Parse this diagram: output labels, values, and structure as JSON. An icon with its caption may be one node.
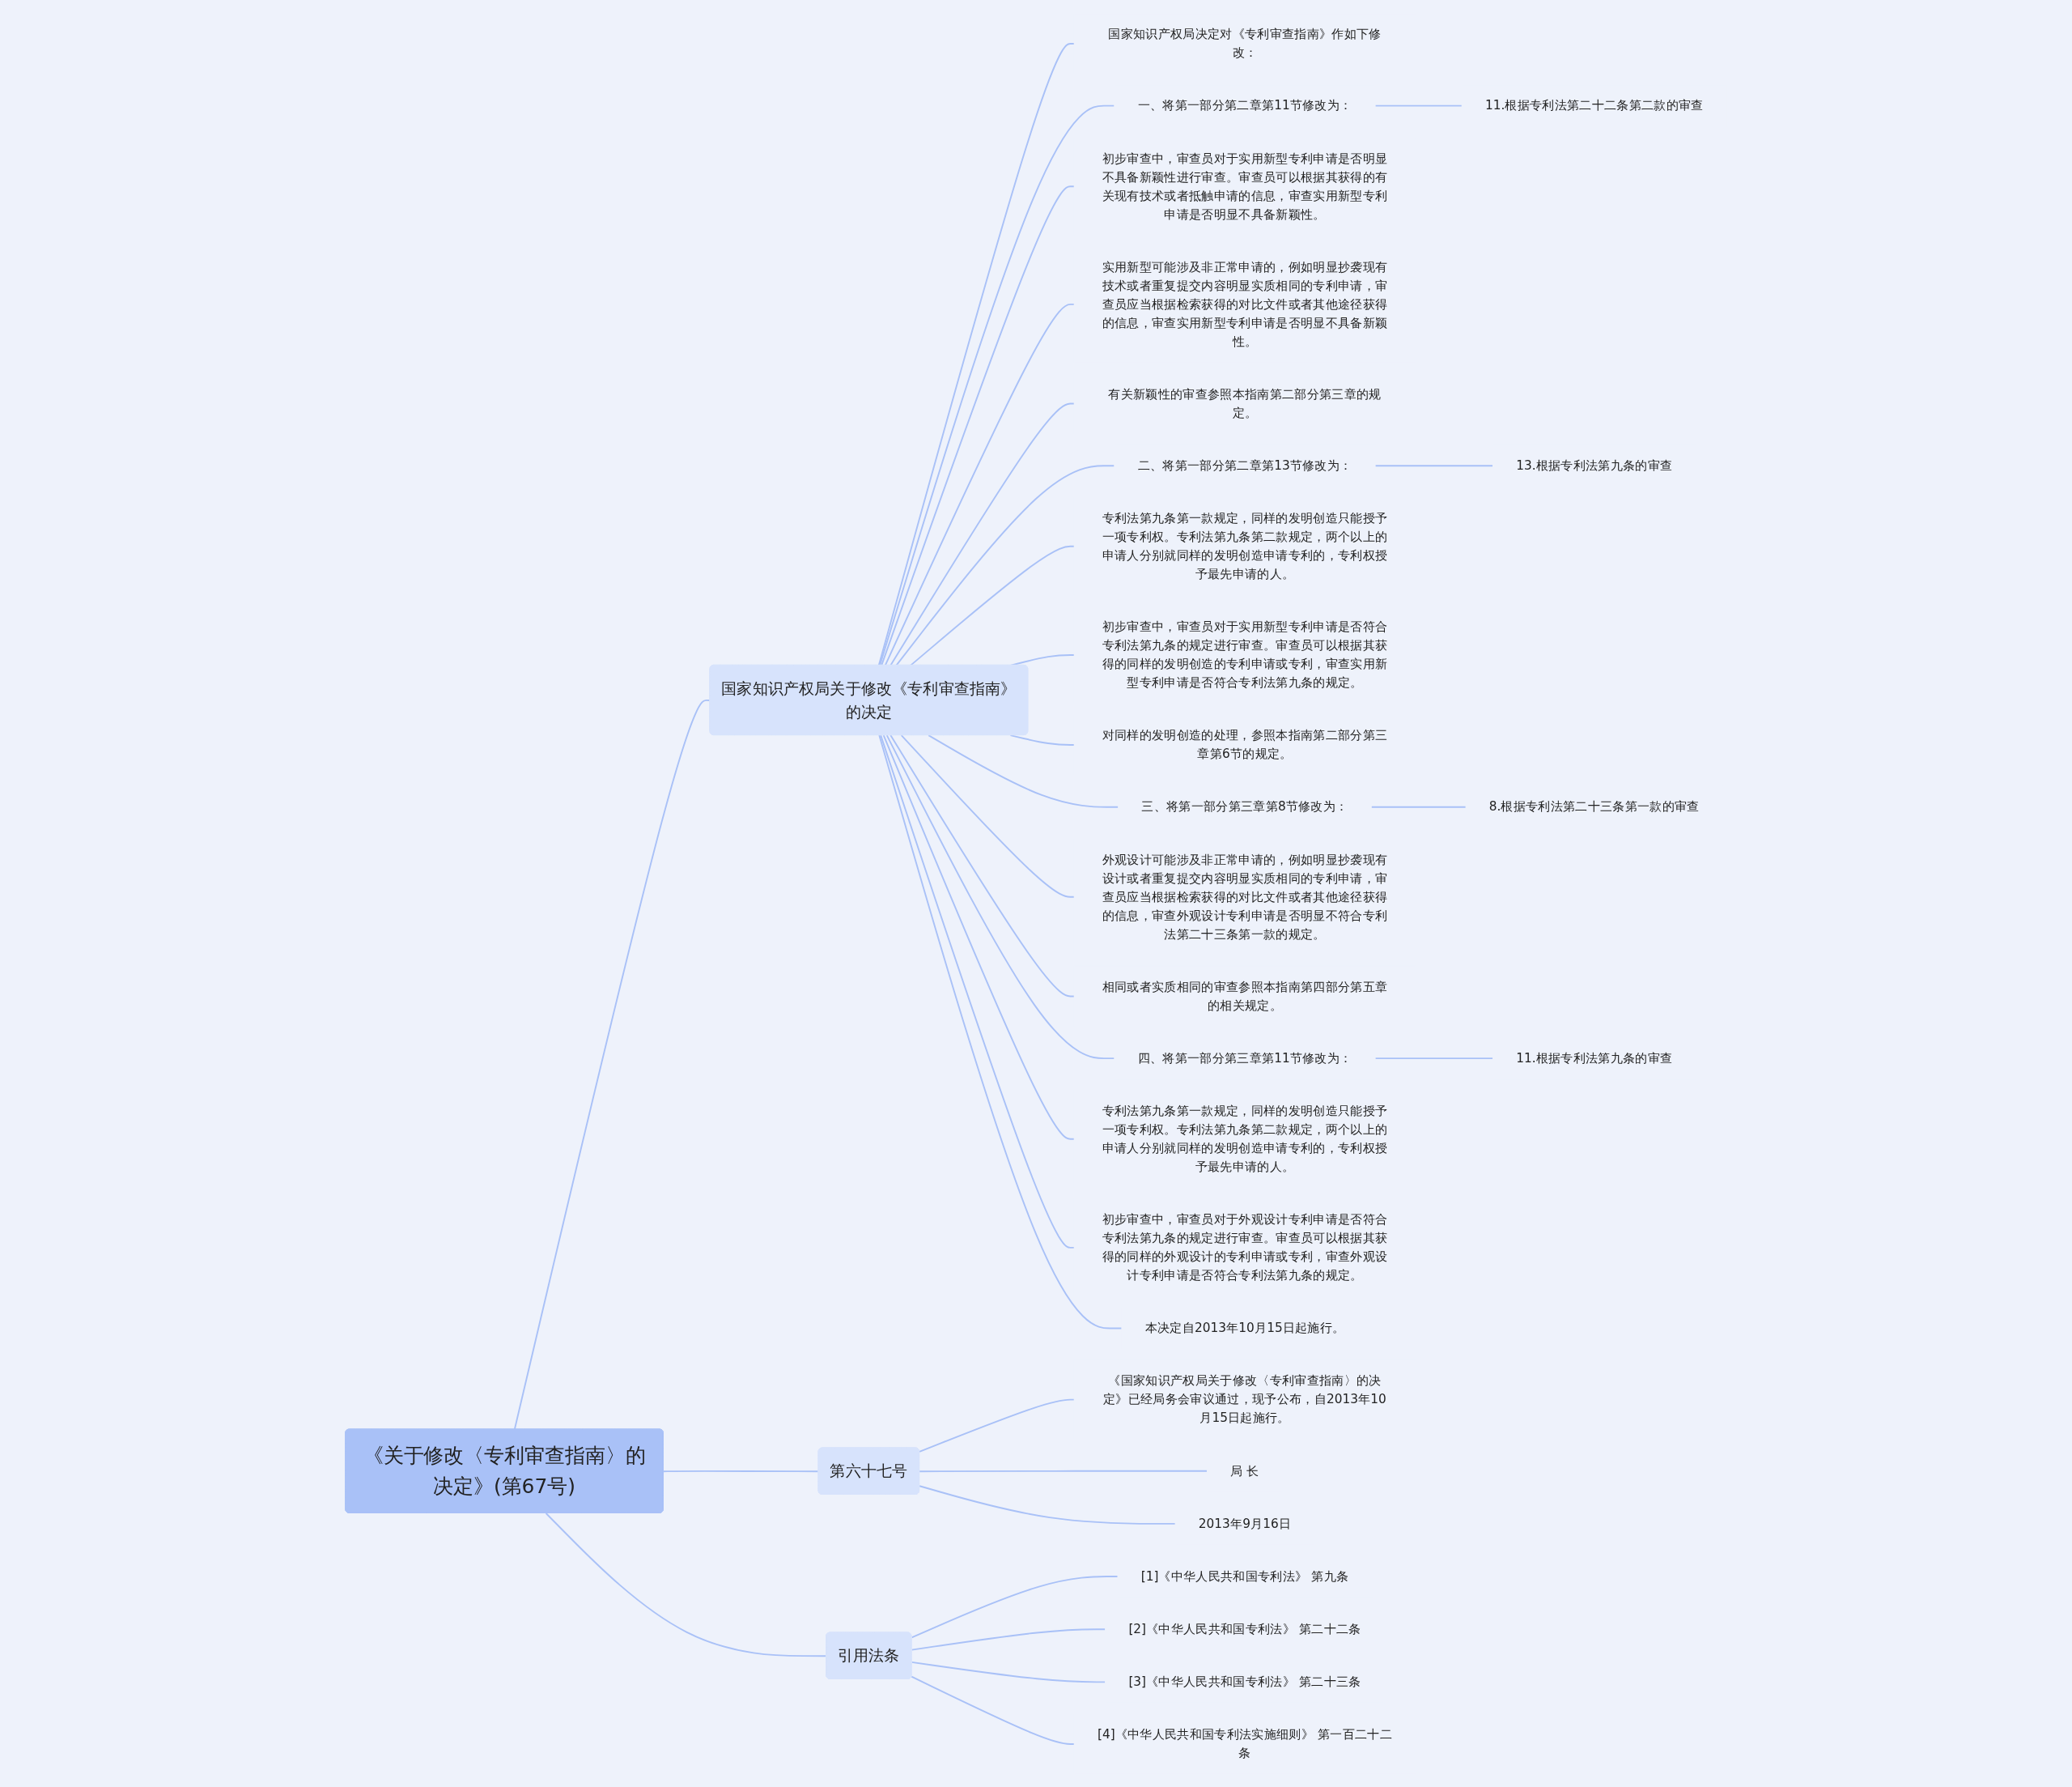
{
  "diagram": {
    "nodes": [
      {
        "text": [
          "《关于修改〈专利审查指南〉的决定》(第67号)"
        ]
      },
      {
        "text": [
          "国家知识产权局关于修改《专利审查指南》的决定"
        ]
      },
      {
        "text": [
          "国家知识产权局决定对《专利审查指南》作如下修改："
        ]
      },
      {
        "text": [
          "一、将第一部分第二章第11节修改为："
        ]
      },
      {
        "text": [
          "11.根据专利法第二十二条第二款的审查"
        ]
      },
      {
        "text": [
          "初步审查中，审查员对于实用新型专利申请是否明显不具备新颖性进行审查。审查员可以根据其获得的有关现有技术或者抵触申请的信息，审查实用新型专利申请是否明显不具备新颖性。"
        ]
      },
      {
        "text": [
          "实用新型可能涉及非正常申请的，例如明显抄袭现有技术或者重复提交内容明显实质相同的专利申请，审查员应当根据检索获得的对比文件或者其他途径获得的信息，审查实用新型专利申请是否明显不具备新颖性。"
        ]
      },
      {
        "text": [
          "有关新颖性的审查参照本指南第二部分第三章的规定。"
        ]
      },
      {
        "text": [
          "二、将第一部分第二章第13节修改为："
        ]
      },
      {
        "text": [
          "13.根据专利法第九条的审查"
        ]
      },
      {
        "text": [
          "专利法第九条第一款规定，同样的发明创造只能授予一项专利权。专利法第九条第二款规定，两个以上的申请人分别就同样的发明创造申请专利的，专利权授予最先申请的人。"
        ]
      },
      {
        "text": [
          "初步审查中，审查员对于实用新型专利申请是否符合专利法第九条的规定进行审查。审查员可以根据其获得的同样的发明创造的专利申请或专利，审查实用新型专利申请是否符合专利法第九条的规定。"
        ]
      },
      {
        "text": [
          "对同样的发明创造的处理，参照本指南第二部分第三章第6节的规定。"
        ]
      },
      {
        "text": [
          "三、将第一部分第三章第8节修改为："
        ]
      },
      {
        "text": [
          "8.根据专利法第二十三条第一款的审查"
        ]
      },
      {
        "text": [
          "外观设计可能涉及非正常申请的，例如明显抄袭现有设计或者重复提交内容明显实质相同的专利申请，审查员应当根据检索获得的对比文件或者其他途径获得的信息，审查外观设计专利申请是否明显不符合专利法第二十三条第一款的规定。"
        ]
      },
      {
        "text": [
          "相同或者实质相同的审查参照本指南第四部分第五章的相关规定。"
        ]
      },
      {
        "text": [
          "四、将第一部分第三章第11节修改为："
        ]
      },
      {
        "text": [
          "11.根据专利法第九条的审查"
        ]
      },
      {
        "text": [
          "专利法第九条第一款规定，同样的发明创造只能授予一项专利权。专利法第九条第二款规定，两个以上的申请人分别就同样的发明创造申请专利的，专利权授予最先申请的人。"
        ]
      },
      {
        "text": [
          "初步审查中，审查员对于外观设计专利申请是否符合专利法第九条的规定进行审查。审查员可以根据其获得的同样的外观设计的专利申请或专利，审查外观设计专利申请是否符合专利法第九条的规定。"
        ]
      },
      {
        "text": [
          "本决定自2013年10月15日起施行。"
        ]
      },
      {
        "text": [
          "第六十七号"
        ]
      },
      {
        "text": [
          "《国家知识产权局关于修改〈专利审查指南〉的决定》已经局务会审议通过，现予公布，自2013年10月15日起施行。"
        ]
      },
      {
        "text": [
          "局 长"
        ]
      },
      {
        "text": [
          "2013年9月16日"
        ]
      },
      {
        "text": [
          "引用法条"
        ]
      },
      {
        "text": [
          "[1]《中华人民共和国专利法》 第九条"
        ]
      },
      {
        "text": [
          "[2]《中华人民共和国专利法》 第二十二条"
        ]
      },
      {
        "text": [
          "[3]《中华人民共和国专利法》 第二十三条"
        ]
      },
      {
        "text": [
          "[4]《中华人民共和国专利法实施细则》 第一百二十二条"
        ]
      }
    ],
    "edges": [
      {
        "from": 0,
        "to": 1,
        "arrow": "none"
      },
      {
        "from": 1,
        "to": 2,
        "arrow": "none"
      },
      {
        "from": 1,
        "to": 3,
        "arrow": "none"
      },
      {
        "from": 3,
        "to": 4,
        "arrow": "none"
      },
      {
        "from": 1,
        "to": 5,
        "arrow": "none"
      },
      {
        "from": 1,
        "to": 6,
        "arrow": "none"
      },
      {
        "from": 1,
        "to": 7,
        "arrow": "none"
      },
      {
        "from": 1,
        "to": 8,
        "arrow": "none"
      },
      {
        "from": 8,
        "to": 9,
        "arrow": "none"
      },
      {
        "from": 1,
        "to": 10,
        "arrow": "none"
      },
      {
        "from": 1,
        "to": 11,
        "arrow": "none"
      },
      {
        "from": 1,
        "to": 12,
        "arrow": "none"
      },
      {
        "from": 1,
        "to": 13,
        "arrow": "none"
      },
      {
        "from": 13,
        "to": 14,
        "arrow": "none"
      },
      {
        "from": 1,
        "to": 15,
        "arrow": "none"
      },
      {
        "from": 1,
        "to": 16,
        "arrow": "none"
      },
      {
        "from": 1,
        "to": 17,
        "arrow": "none"
      },
      {
        "from": 17,
        "to": 18,
        "arrow": "none"
      },
      {
        "from": 1,
        "to": 19,
        "arrow": "none"
      },
      {
        "from": 1,
        "to": 20,
        "arrow": "none"
      },
      {
        "from": 1,
        "to": 21,
        "arrow": "none"
      },
      {
        "from": 0,
        "to": 22,
        "arrow": "none"
      },
      {
        "from": 22,
        "to": 23,
        "arrow": "none"
      },
      {
        "from": 22,
        "to": 24,
        "arrow": "none"
      },
      {
        "from": 22,
        "to": 25,
        "arrow": "none"
      },
      {
        "from": 0,
        "to": 26,
        "arrow": "none"
      },
      {
        "from": 26,
        "to": 27,
        "arrow": "none"
      },
      {
        "from": 26,
        "to": 28,
        "arrow": "none"
      },
      {
        "from": 26,
        "to": 29,
        "arrow": "none"
      },
      {
        "from": 26,
        "to": 30,
        "arrow": "none"
      }
    ]
  }
}
